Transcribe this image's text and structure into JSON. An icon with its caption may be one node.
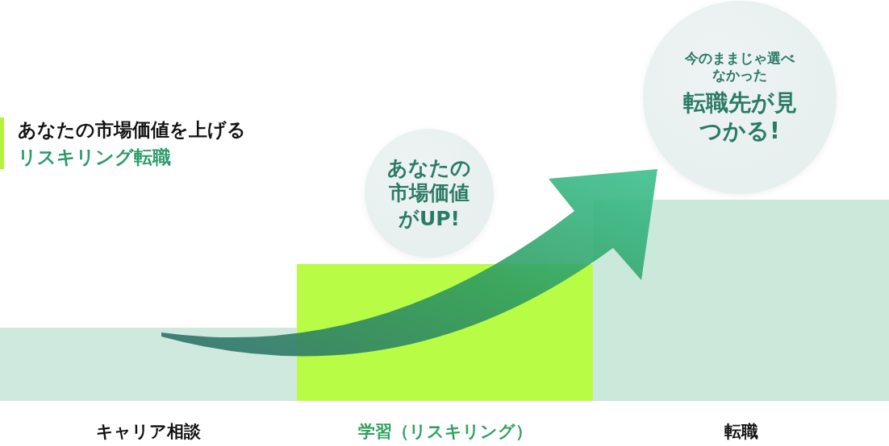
{
  "diagram": {
    "title": "あなたの市場価値を上げる",
    "nodes": [
      {
        "text": [
          "あなたの市場価値がUP!"
        ]
      },
      {
        "text": [
          "今のままじゃ選べなかった",
          "転職先が見つかる!"
        ]
      }
    ],
    "labels": [
      "リスキリング転職",
      "キャリア相談",
      "学習（リスキリング）",
      "転職"
    ]
  }
}
